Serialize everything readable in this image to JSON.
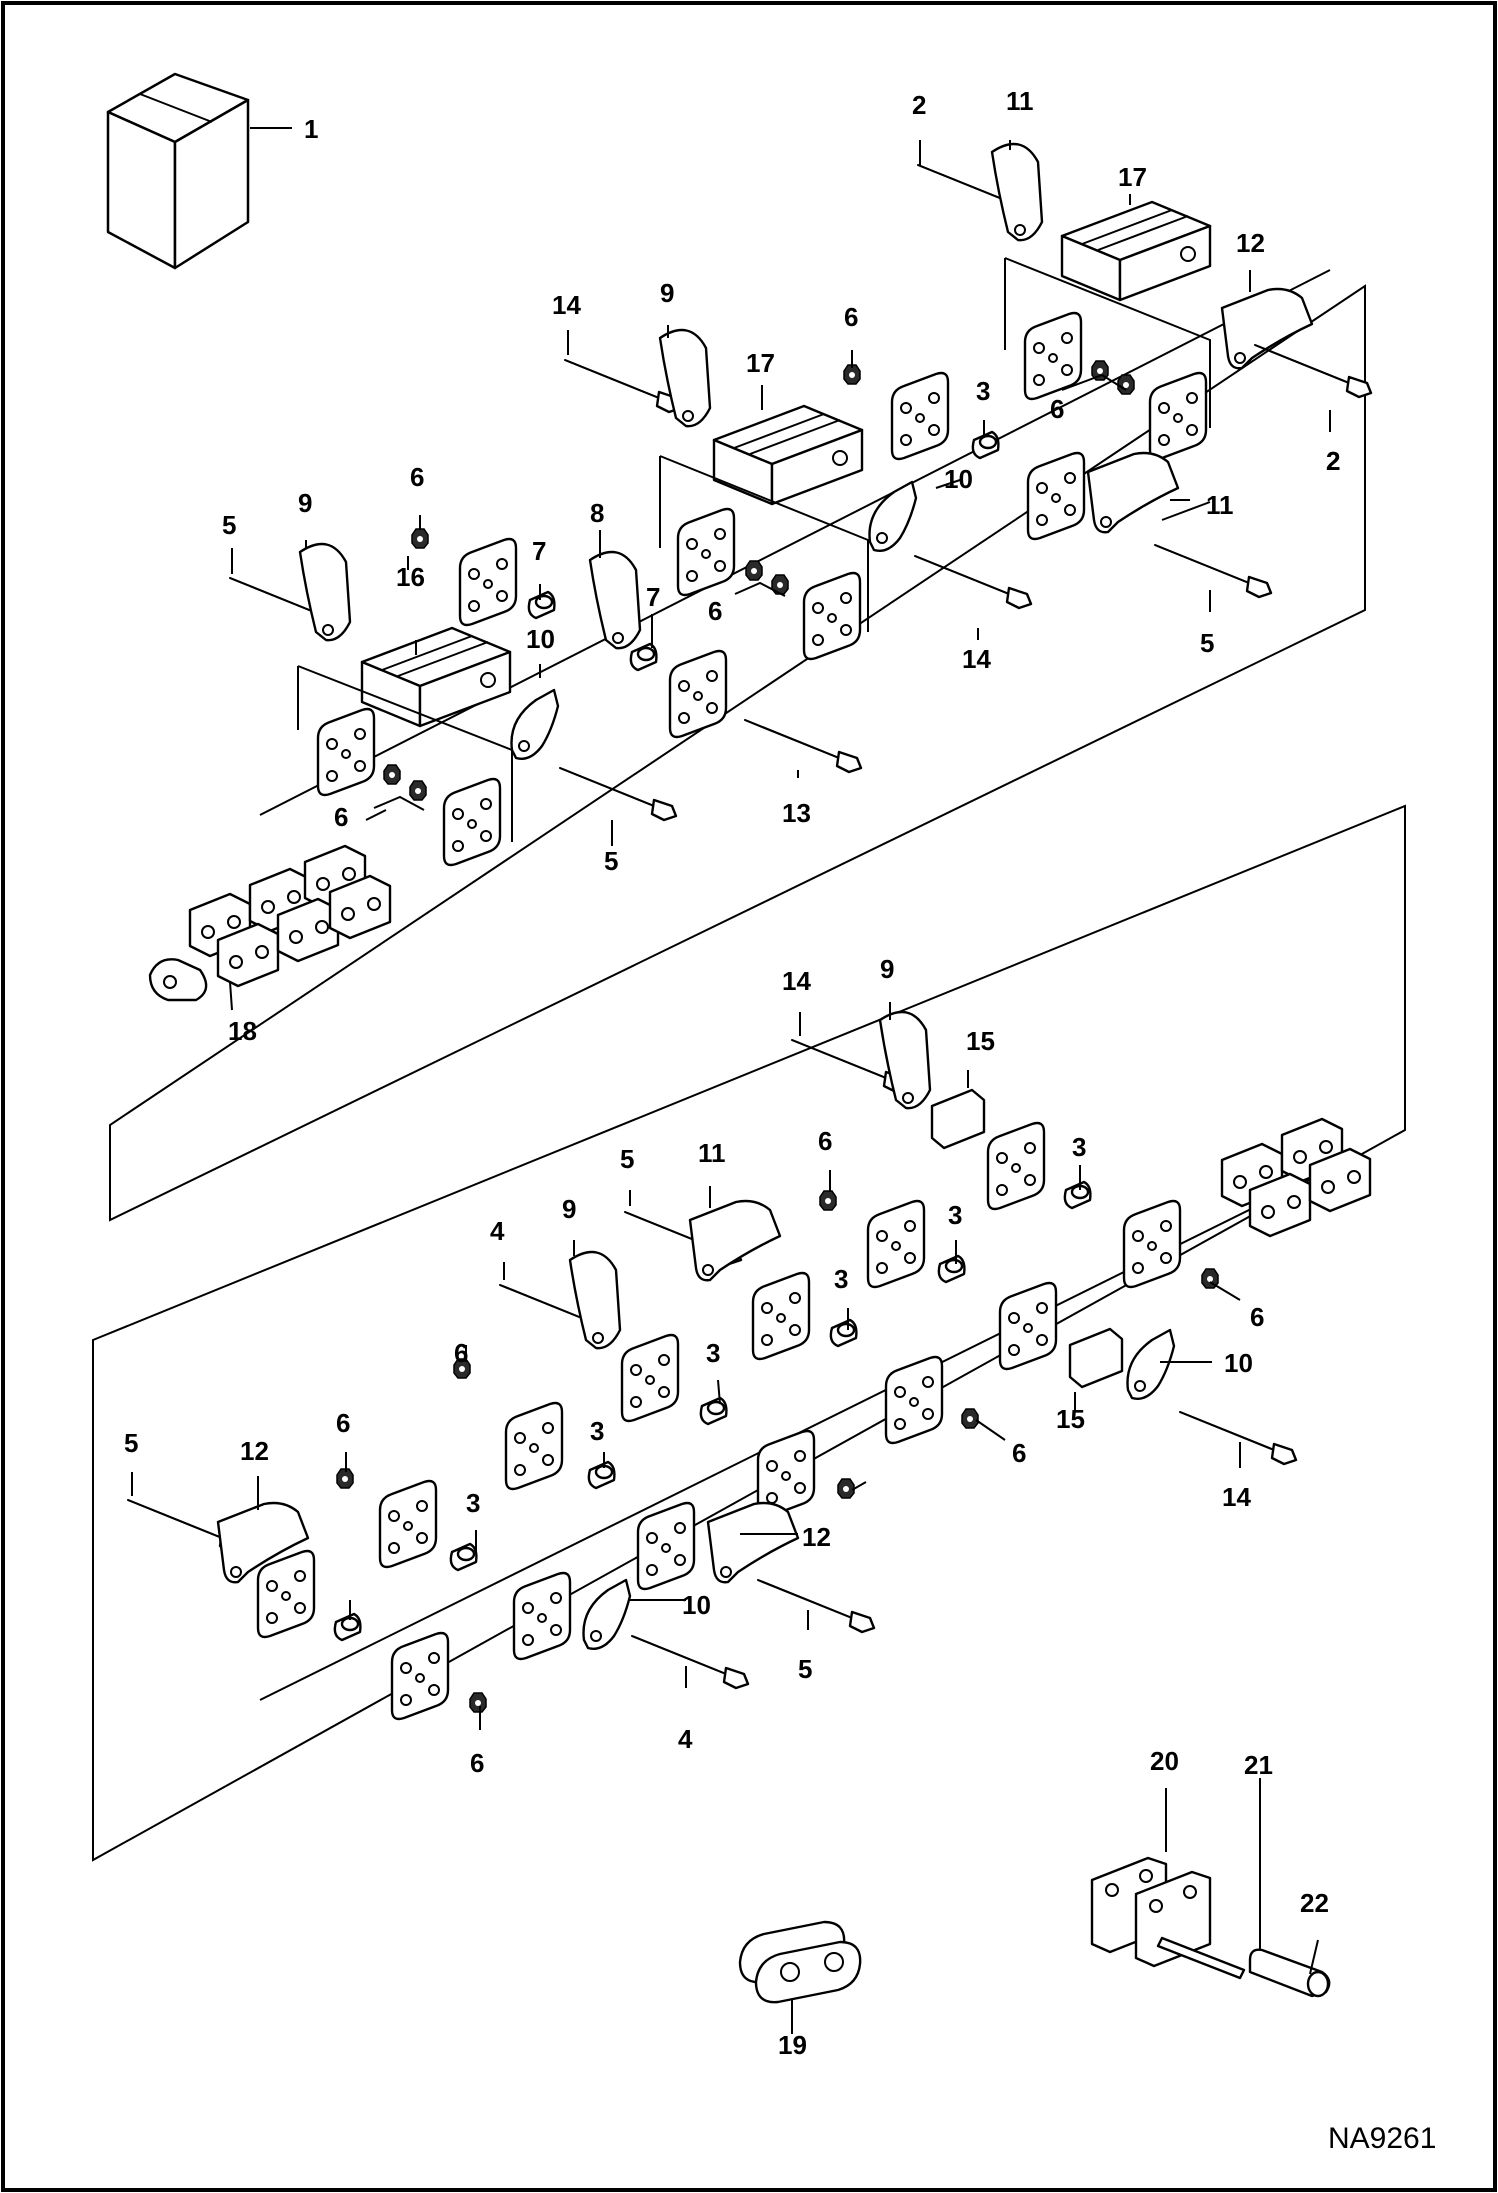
{
  "diagram": {
    "drawing_code": "NA9261",
    "callouts": [
      "1",
      "2",
      "2",
      "11",
      "17",
      "12",
      "14",
      "9",
      "6",
      "17",
      "3",
      "6",
      "2",
      "10",
      "11",
      "5",
      "9",
      "6",
      "16",
      "7",
      "8",
      "7",
      "6",
      "10",
      "14",
      "5",
      "13",
      "6",
      "5",
      "18",
      "14",
      "9",
      "15",
      "5",
      "11",
      "6",
      "3",
      "4",
      "9",
      "3",
      "6",
      "3",
      "6",
      "3",
      "6",
      "10",
      "15",
      "14",
      "5",
      "12",
      "6",
      "3",
      "12",
      "3",
      "10",
      "5",
      "4",
      "6",
      "20",
      "21",
      "22",
      "19"
    ]
  }
}
